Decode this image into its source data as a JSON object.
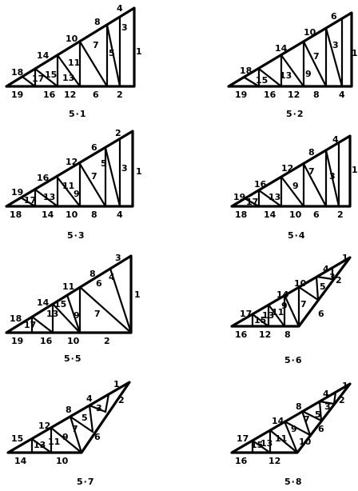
{
  "panels": [
    {
      "id": "5-1",
      "caption": "5·1",
      "numbers": [
        "4",
        "8",
        "10",
        "14",
        "18",
        "17",
        "15",
        "11",
        "13",
        "7",
        "5",
        "3",
        "1",
        "19",
        "16",
        "12",
        "6",
        "2"
      ]
    },
    {
      "id": "5-2",
      "caption": "5·2",
      "numbers": [
        "6",
        "10",
        "14",
        "18",
        "15",
        "13",
        "9",
        "7",
        "3",
        "1",
        "19",
        "16",
        "12",
        "8",
        "4"
      ]
    },
    {
      "id": "5-3",
      "caption": "5·3",
      "numbers": [
        "2",
        "6",
        "12",
        "16",
        "19",
        "17",
        "13",
        "11",
        "9",
        "7",
        "5",
        "3",
        "1",
        "18",
        "14",
        "10",
        "8",
        "4"
      ]
    },
    {
      "id": "5-4",
      "caption": "5·4",
      "numbers": [
        "4",
        "8",
        "12",
        "16",
        "19",
        "17",
        "13",
        "9",
        "7",
        "3",
        "1",
        "18",
        "14",
        "10",
        "6",
        "2"
      ]
    },
    {
      "id": "5-5",
      "caption": "5·5",
      "numbers": [
        "3",
        "8",
        "11",
        "14",
        "18",
        "17",
        "13",
        "15",
        "9",
        "7",
        "6",
        "4",
        "1",
        "19",
        "16",
        "10",
        "2"
      ]
    },
    {
      "id": "5-6",
      "caption": "5·6",
      "numbers": [
        "1",
        "4",
        "10",
        "14",
        "17",
        "15",
        "13",
        "11",
        "9",
        "7",
        "5",
        "3",
        "2",
        "16",
        "12",
        "8",
        "6"
      ]
    },
    {
      "id": "5-7",
      "caption": "5·7",
      "numbers": [
        "1",
        "4",
        "8",
        "12",
        "15",
        "13",
        "11",
        "9",
        "7",
        "5",
        "3",
        "2",
        "14",
        "10",
        "6"
      ]
    },
    {
      "id": "5-8",
      "caption": "5·8",
      "numbers": [
        "1",
        "4",
        "8",
        "14",
        "17",
        "15",
        "13",
        "11",
        "9",
        "7",
        "5",
        "3",
        "2",
        "16",
        "12",
        "10",
        "6"
      ]
    }
  ]
}
